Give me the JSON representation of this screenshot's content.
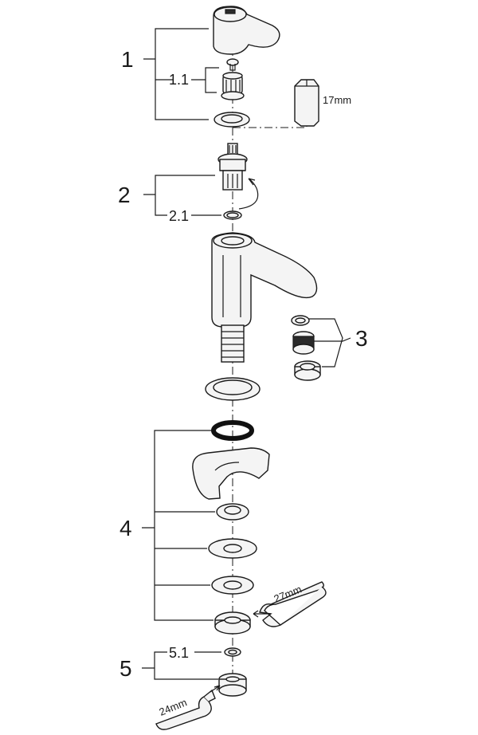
{
  "callouts": {
    "c1": "1",
    "c1_1": "1.1",
    "c2": "2",
    "c2_1": "2.1",
    "c3": "3",
    "c4": "4",
    "c5": "5",
    "c5_1": "5.1"
  },
  "dimensions": {
    "socket": "17mm",
    "wrench_large": "27mm",
    "wrench_small": "24mm"
  },
  "colors": {
    "line": "#1a1a1a",
    "fill": "#f4f4f4",
    "background": "#ffffff"
  }
}
